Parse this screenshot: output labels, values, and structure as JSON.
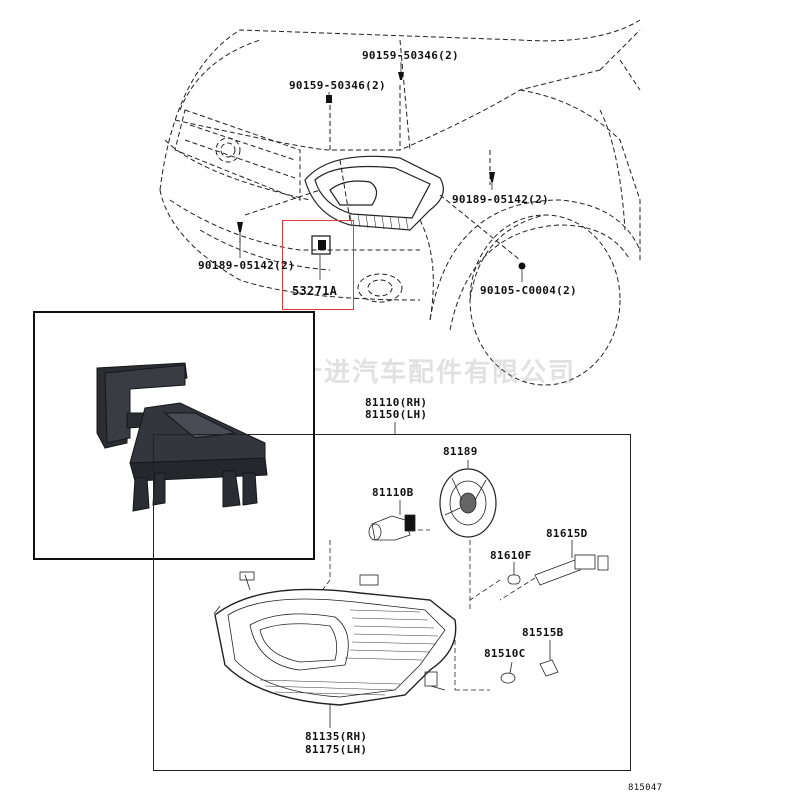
{
  "watermark": "河北十进汽车配件有限公司",
  "figure_number": "815047",
  "highlight_color": "#e23a3a",
  "labels": {
    "bolt_upper_right": "90159-50346(2)",
    "bolt_upper_left": "90159-50346(2)",
    "clip_right": "90189-05142(2)",
    "clip_left": "90189-05142(2)",
    "bracket": "53271A",
    "screw_fender": "90105-C0004(2)",
    "assy_rh": "81110(RH)",
    "assy_lh": "81150(LH)",
    "cover": "81189",
    "bulb": "81110B",
    "socket": "81615D",
    "wedge_bulb": "81610F",
    "socket_small": "81515B",
    "bulb_small": "81510C",
    "housing_rh": "81135(RH)",
    "housing_lh": "81175(LH)"
  }
}
